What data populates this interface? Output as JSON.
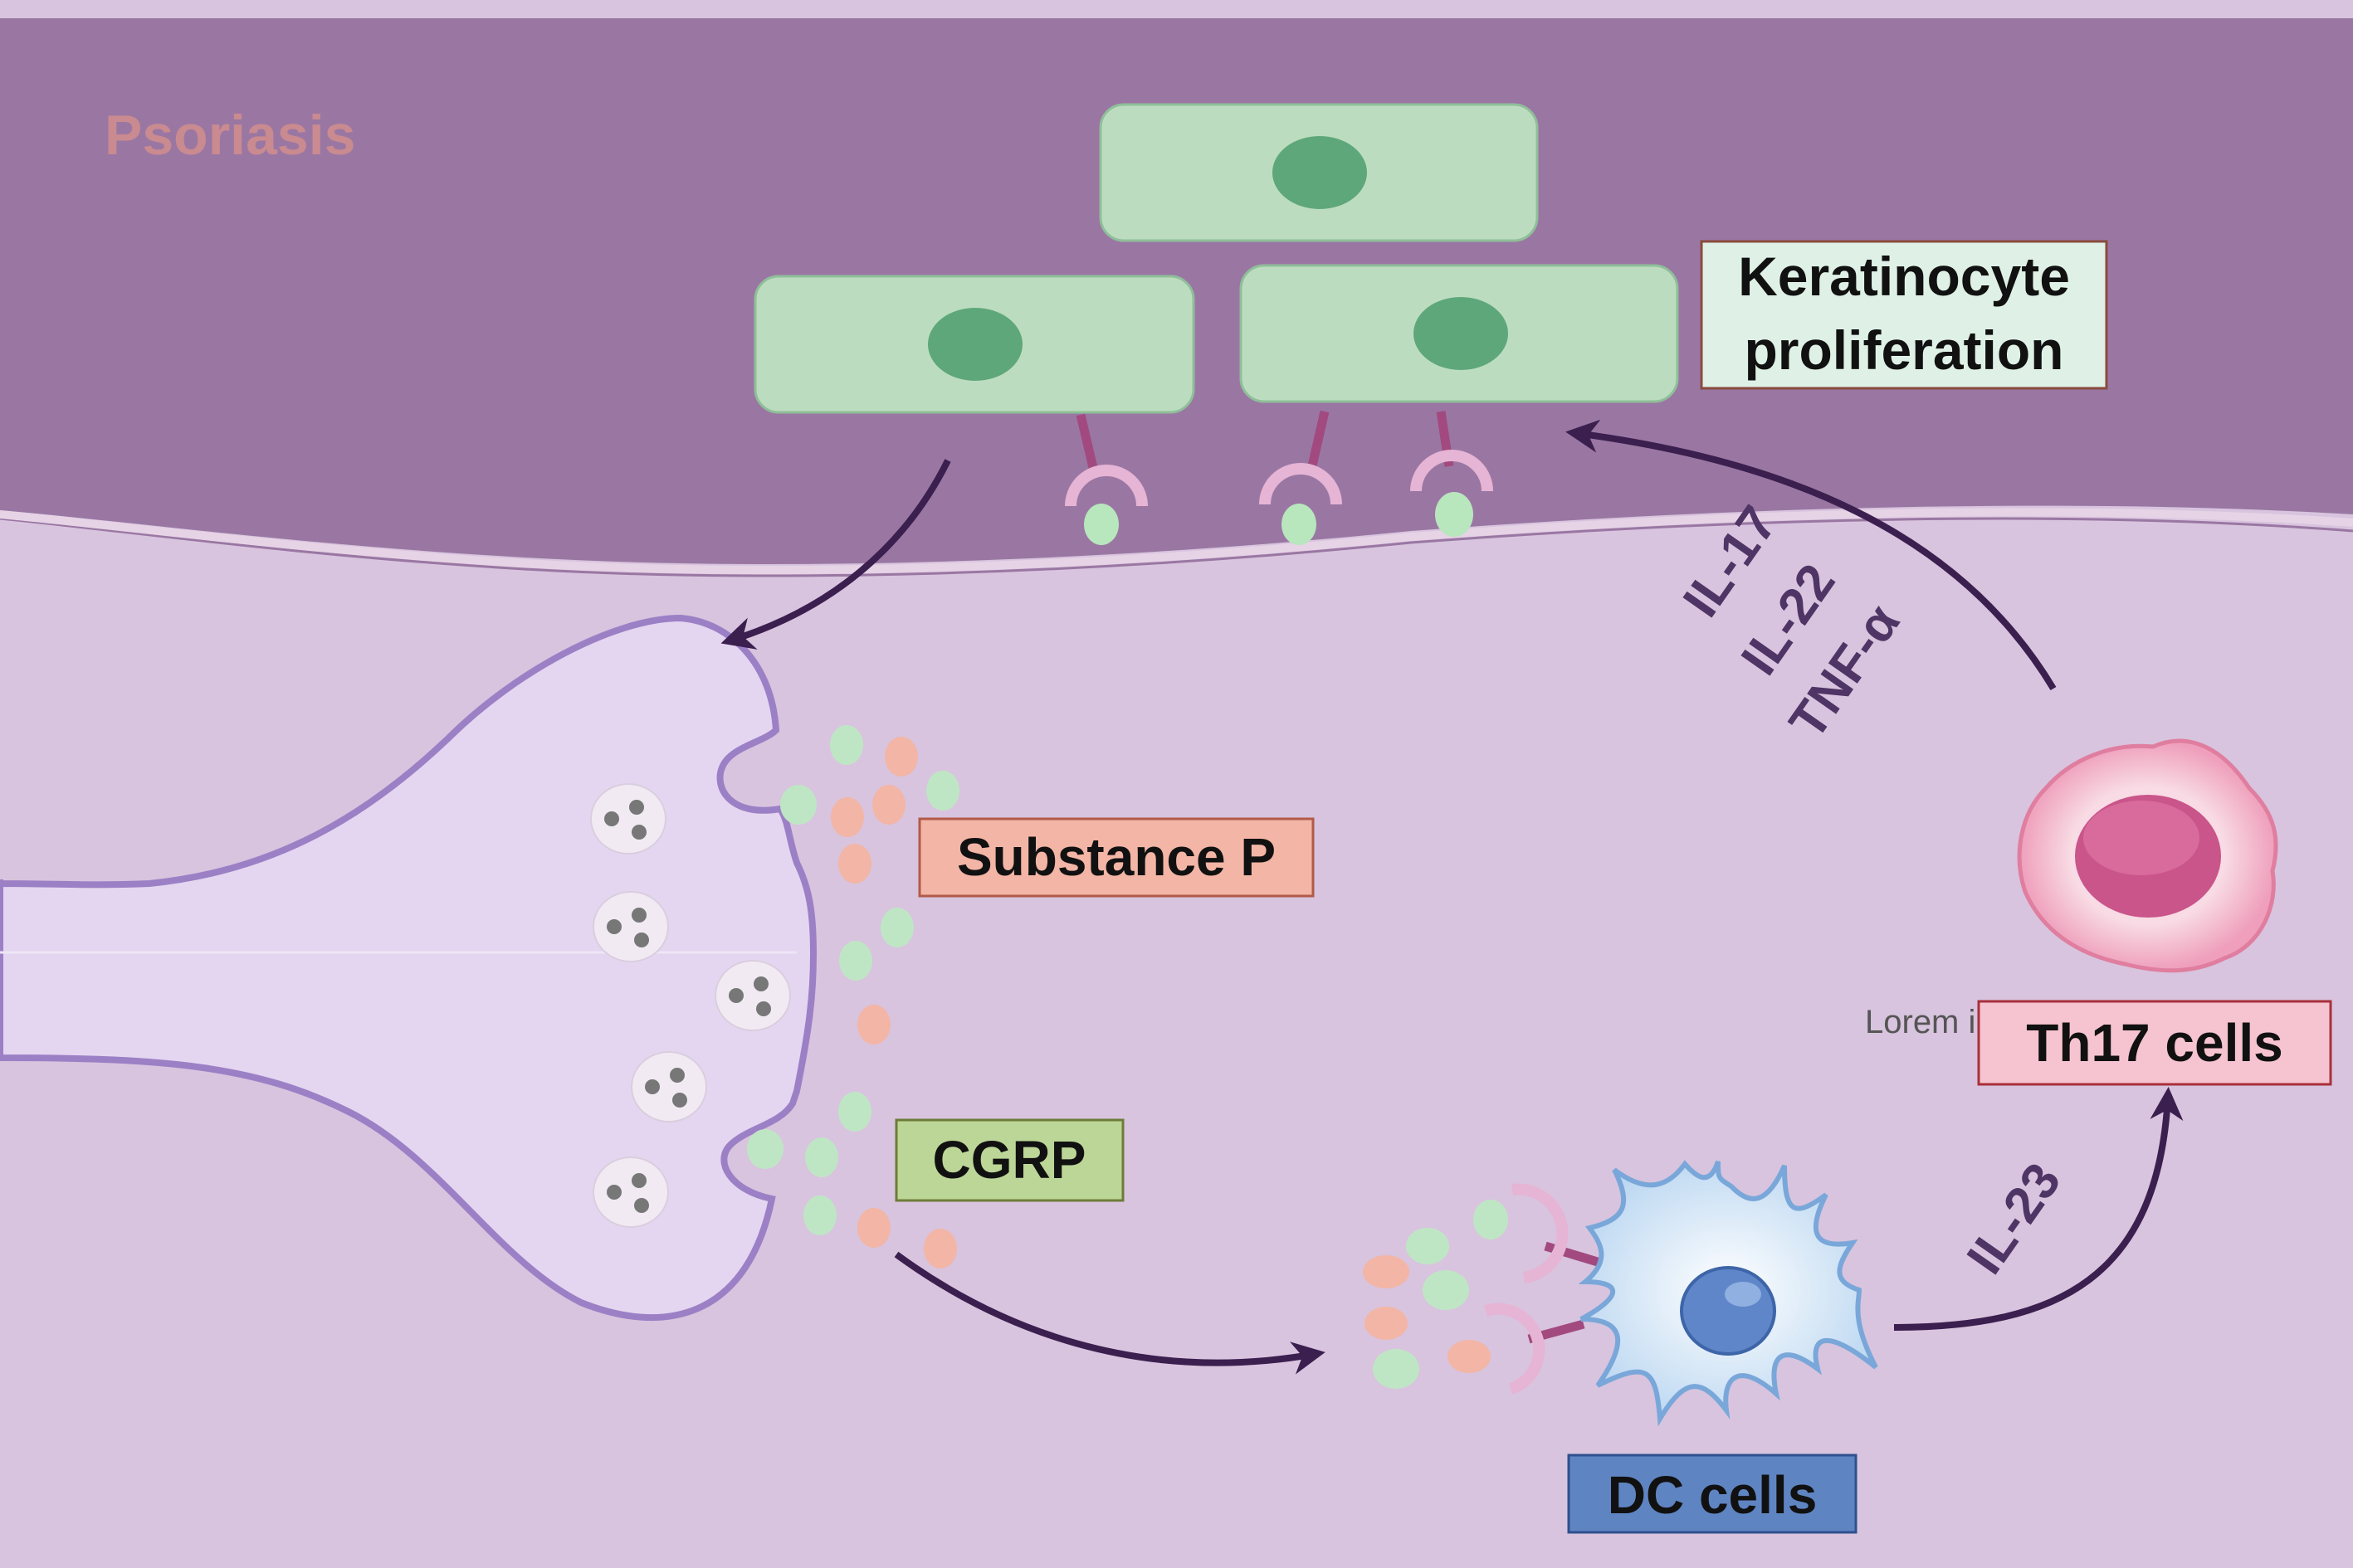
{
  "title": "Psoriasis",
  "labels": {
    "keratinocyte_line1": "Keratinocyte",
    "keratinocyte_line2": "proliferation",
    "substance_p": "Substance P",
    "cgrp": "CGRP",
    "dc_cells": "DC cells",
    "th17_cells": "Th17 cells",
    "lorem": "Lorem ipsum",
    "il17": "IL-17",
    "il22": "IL-22",
    "tnf": "TNF-α",
    "il23": "IL-23"
  },
  "icons": [
    "keratinocyte-cell-icon",
    "nerve-terminal-icon",
    "vesicle-icon",
    "receptor-icon",
    "dendritic-cell-icon",
    "th17-cell-icon"
  ],
  "colors": {
    "epidermis": "#9a77a3",
    "dermis": "#d8c4de",
    "keratinocyte": "#bcdcc0",
    "nucleus": "#5ea77a",
    "nerve": "#e4d6f0",
    "nerve_stroke": "#9c80c6",
    "substance_p_box": "#f3b5a5",
    "cgrp_box": "#bcd697",
    "dc_box": "#5f84c2",
    "th17_box": "#f6c4d0",
    "kerat_box": "#dff1e6",
    "arrow": "#3b1f4f"
  }
}
